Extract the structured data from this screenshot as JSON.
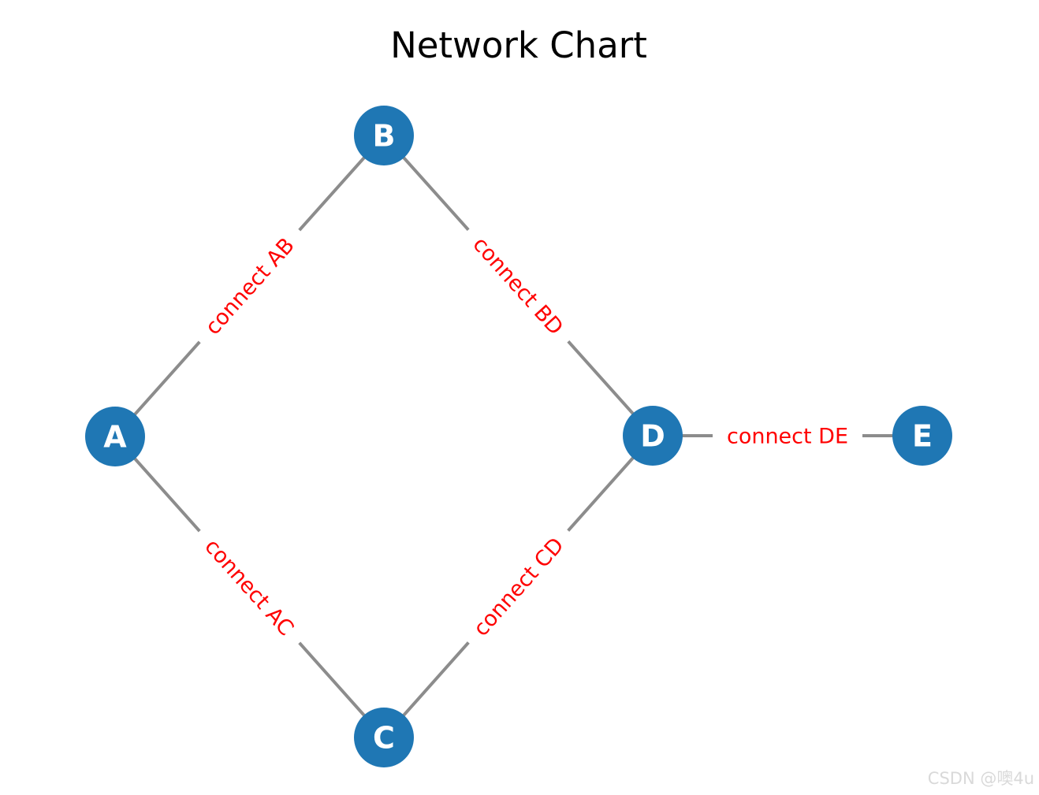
{
  "title": "Network Chart",
  "watermark": "CSDN @噢4u",
  "graph": {
    "nodes": [
      {
        "id": "A",
        "label": "A"
      },
      {
        "id": "B",
        "label": "B"
      },
      {
        "id": "C",
        "label": "C"
      },
      {
        "id": "D",
        "label": "D"
      },
      {
        "id": "E",
        "label": "E"
      }
    ],
    "edges": [
      {
        "source": "A",
        "target": "B",
        "label": "connect AB"
      },
      {
        "source": "A",
        "target": "C",
        "label": "connect AC"
      },
      {
        "source": "B",
        "target": "D",
        "label": "connect BD"
      },
      {
        "source": "C",
        "target": "D",
        "label": "connect CD"
      },
      {
        "source": "D",
        "target": "E",
        "label": "connect DE"
      }
    ]
  },
  "colors": {
    "background": "#ffffff",
    "node_fill": "#1f77b4",
    "node_label": "#ffffff",
    "edge_stroke": "#8c8c8c",
    "edge_label": "#ff0000",
    "title_color": "#000000",
    "watermark_color": "#d9d9d9"
  }
}
